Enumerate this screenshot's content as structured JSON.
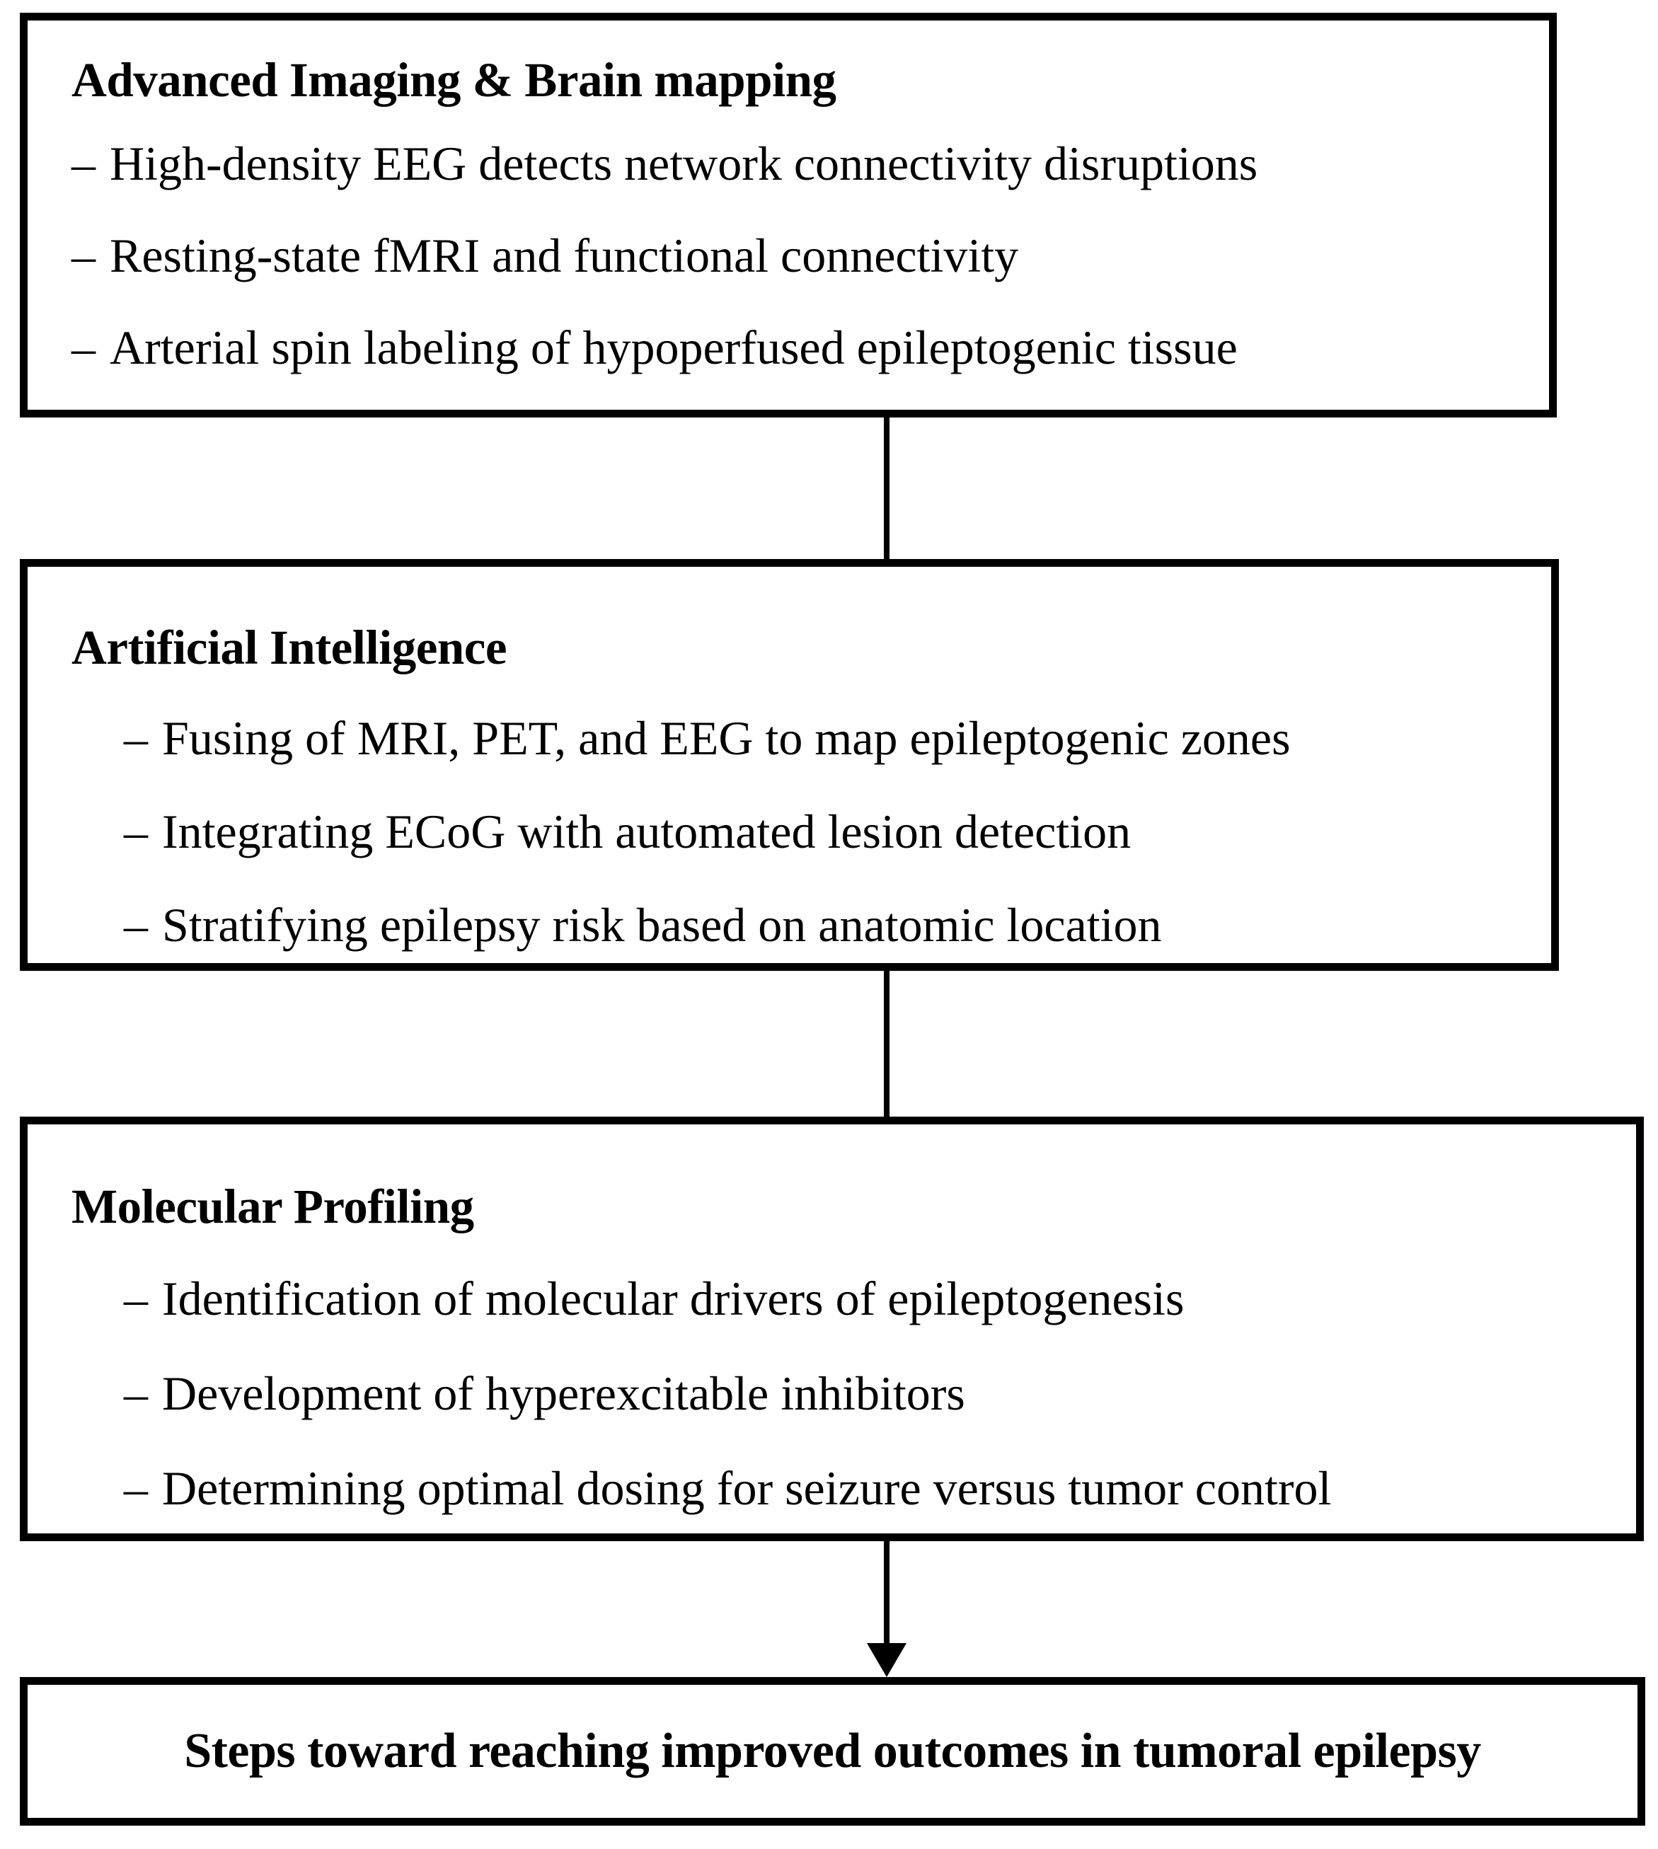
{
  "diagram": {
    "title": "Steps toward reaching improved outcomes in tumoral epilepsy",
    "colors": {
      "border": "#000000",
      "background": "#ffffff",
      "text": "#000000"
    },
    "bullet_marker": "–",
    "nodes": [
      {
        "id": "advanced-imaging",
        "title": "Advanced Imaging & Brain mapping",
        "bullets": [
          "High-density EEG detects network connectivity disruptions",
          "Resting-state fMRI and functional connectivity",
          "Arterial spin labeling of hypoperfused epileptogenic tissue"
        ]
      },
      {
        "id": "artificial-intelligence",
        "title": "Artificial Intelligence",
        "bullets": [
          "Fusing of MRI, PET, and EEG to map epileptogenic zones",
          "Integrating ECoG with automated lesion detection",
          "Stratifying epilepsy risk based on anatomic location"
        ]
      },
      {
        "id": "molecular-profiling",
        "title": "Molecular Profiling",
        "bullets": [
          "Identification of molecular drivers of epileptogenesis",
          "Development of hyperexcitable inhibitors",
          "Determining optimal dosing for seizure versus tumor control"
        ]
      }
    ],
    "outcome": {
      "id": "outcome",
      "label": "Steps toward reaching improved outcomes in tumoral epilepsy"
    },
    "connectors": [
      {
        "id": "connector-1-2",
        "from": "advanced-imaging",
        "to": "artificial-intelligence",
        "arrow": false
      },
      {
        "id": "connector-2-3",
        "from": "artificial-intelligence",
        "to": "molecular-profiling",
        "arrow": false
      },
      {
        "id": "connector-3-4",
        "from": "molecular-profiling",
        "to": "outcome",
        "arrow": true
      }
    ]
  }
}
